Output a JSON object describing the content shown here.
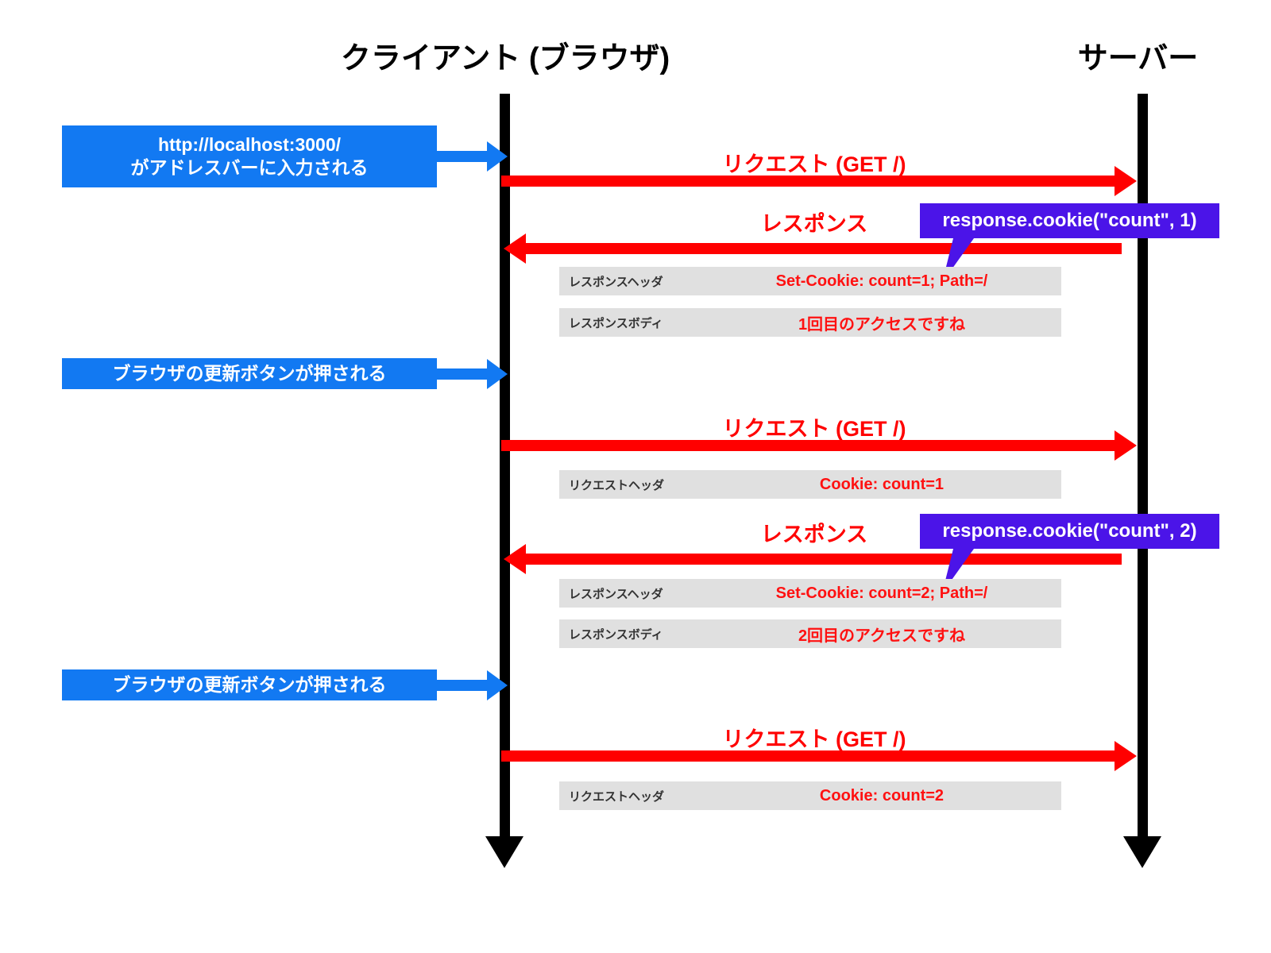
{
  "diagram": {
    "title_client": "クライアント (ブラウザ)",
    "title_server": "サーバー",
    "colors": {
      "blue": "#1279F2",
      "red": "#FF0000",
      "purple": "#4B14E8",
      "gray_row": "#E0E0E0",
      "lifeline": "#000000"
    }
  },
  "events": [
    {
      "id": "url-entered",
      "line1": "http://localhost:3000/",
      "line2": "がアドレスバーに入力される"
    },
    {
      "id": "reload-1",
      "line1": "ブラウザの更新ボタンが押される",
      "line2": ""
    },
    {
      "id": "reload-2",
      "line1": "ブラウザの更新ボタンが押される",
      "line2": ""
    }
  ],
  "messages": [
    {
      "id": "request-1",
      "label": "リクエスト (GET /)",
      "direction": "right"
    },
    {
      "id": "response-1",
      "label": "レスポンス",
      "direction": "left"
    },
    {
      "id": "request-2",
      "label": "リクエスト (GET /)",
      "direction": "right"
    },
    {
      "id": "response-2",
      "label": "レスポンス",
      "direction": "left"
    },
    {
      "id": "request-3",
      "label": "リクエスト (GET /)",
      "direction": "right"
    }
  ],
  "detail_rows": [
    {
      "id": "resp-header-1",
      "key": "レスポンスヘッダ",
      "value": "Set-Cookie: count=1; Path=/"
    },
    {
      "id": "resp-body-1",
      "key": "レスポンスボディ",
      "value": "1回目のアクセスですね"
    },
    {
      "id": "req-header-2",
      "key": "リクエストヘッダ",
      "value": "Cookie: count=1"
    },
    {
      "id": "resp-header-2",
      "key": "レスポンスヘッダ",
      "value": "Set-Cookie: count=2; Path=/"
    },
    {
      "id": "resp-body-2",
      "key": "レスポンスボディ",
      "value": "2回目のアクセスですね"
    },
    {
      "id": "req-header-3",
      "key": "リクエストヘッダ",
      "value": "Cookie: count=2"
    }
  ],
  "callouts": [
    {
      "id": "cookie-call-1",
      "label": "response.cookie(\"count\", 1)"
    },
    {
      "id": "cookie-call-2",
      "label": "response.cookie(\"count\", 2)"
    }
  ]
}
